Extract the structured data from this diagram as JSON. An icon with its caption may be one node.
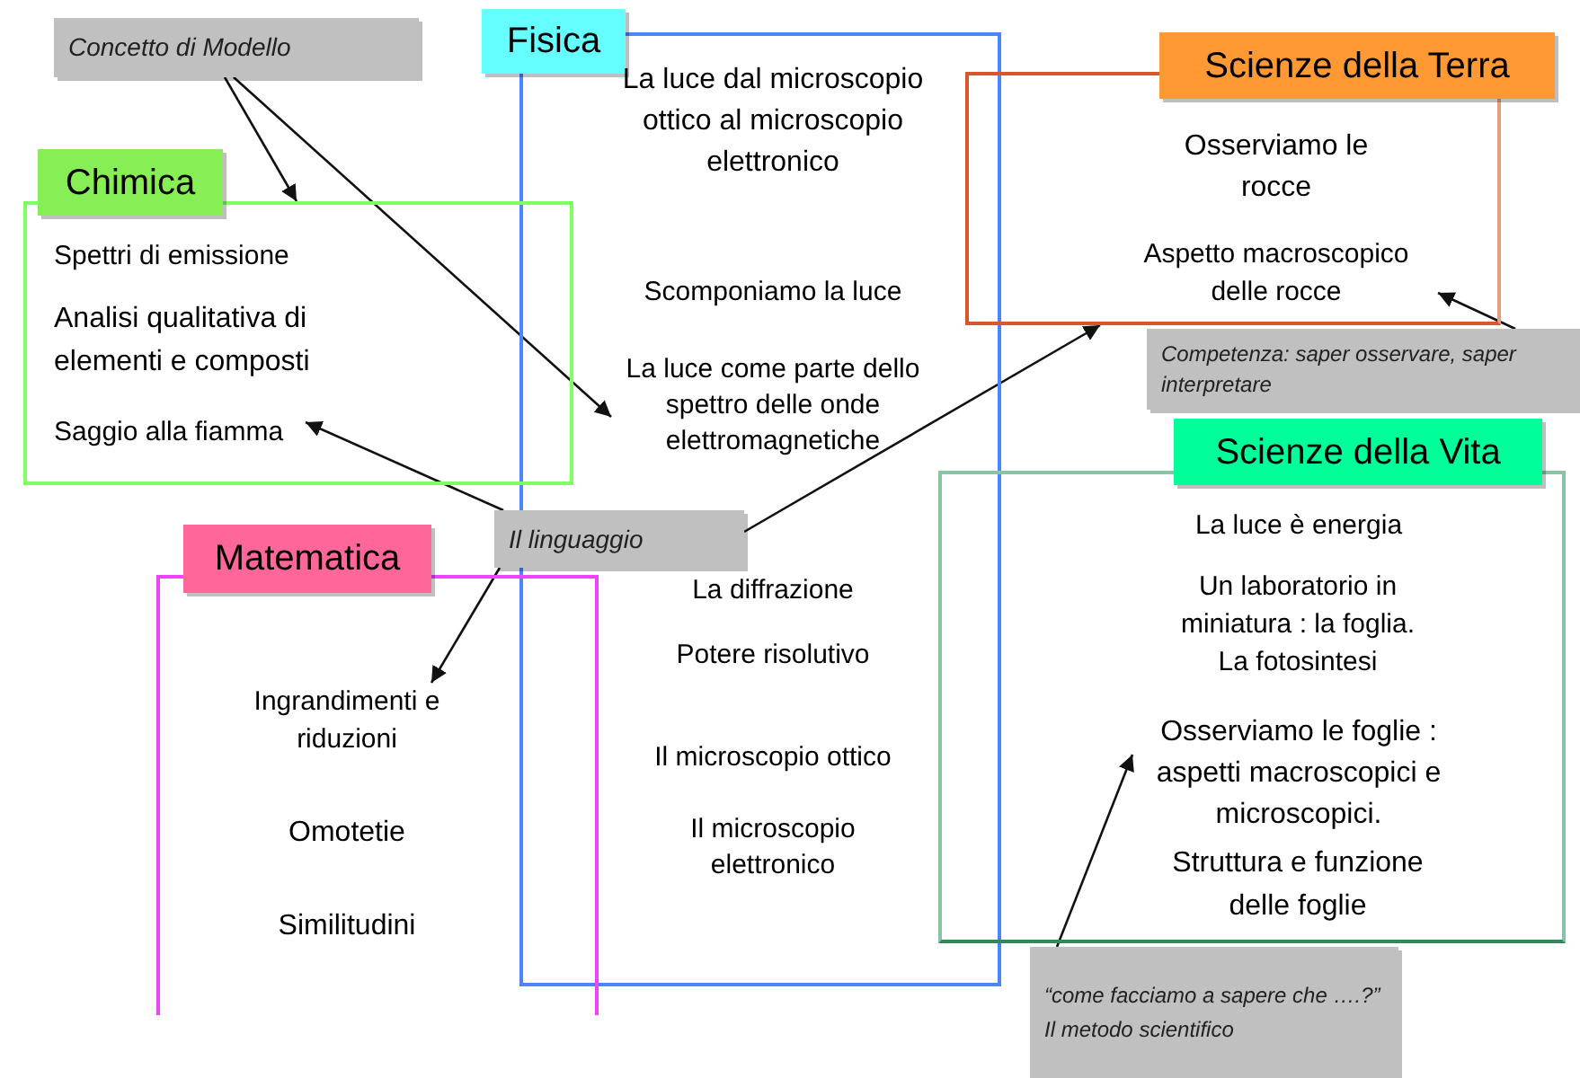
{
  "diagram": {
    "nodes": [
      {
        "text": [
          "Concetto di Modello"
        ]
      },
      {
        "text": [
          "Fisica"
        ]
      },
      {
        "text": [
          "La luce dal microscopio ottico al microscopio elettronico"
        ],
        "in": 1
      },
      {
        "text": [
          "Scomponiamo la luce"
        ],
        "in": 1
      },
      {
        "text": [
          "La luce come parte dello spettro delle onde elettromagnetiche"
        ],
        "in": 1
      },
      {
        "text": [
          "La diffrazione"
        ],
        "in": 1
      },
      {
        "text": [
          "Potere risolutivo"
        ],
        "in": 1
      },
      {
        "text": [
          "Il microscopio ottico"
        ],
        "in": 1
      },
      {
        "text": [
          "Il microscopio elettronico"
        ],
        "in": 1
      },
      {
        "text": [
          "Scienze della Terra"
        ]
      },
      {
        "text": [
          "Osserviamo le rocce"
        ],
        "in": 9
      },
      {
        "text": [
          "Aspetto macroscopico delle rocce"
        ],
        "in": 9
      },
      {
        "text": [
          "Chimica"
        ]
      },
      {
        "text": [
          "Spettri di emissione"
        ],
        "in": 12
      },
      {
        "text": [
          "Analisi qualitativa di elementi e composti"
        ],
        "in": 12
      },
      {
        "text": [
          "Saggio alla fiamma"
        ],
        "in": 12
      },
      {
        "text": [
          "Competenza: saper osservare, saper interpretare"
        ]
      },
      {
        "text": [
          "Scienze della Vita"
        ]
      },
      {
        "text": [
          "La luce è energia"
        ],
        "in": 17
      },
      {
        "text": [
          "Un laboratorio in miniatura : la foglia. La fotosintesi"
        ],
        "in": 17
      },
      {
        "text": [
          "Osserviamo le foglie : aspetti macroscopici e microscopici."
        ],
        "in": 17
      },
      {
        "text": [
          "Struttura e funzione delle foglie"
        ],
        "in": 17
      },
      {
        "text": [
          "Il linguaggio"
        ]
      },
      {
        "text": [
          "Matematica"
        ]
      },
      {
        "text": [
          "Ingrandimenti e riduzioni"
        ],
        "in": 23
      },
      {
        "text": [
          "Omotetie"
        ],
        "in": 23
      },
      {
        "text": [
          "Similitudini"
        ],
        "in": 23
      },
      {
        "text": [
          "“come facciamo a sapere che ….?”",
          "Il metodo scientifico"
        ]
      }
    ],
    "edges": [
      {
        "from": 0,
        "to": 12,
        "arrow": "to"
      },
      {
        "from": 0,
        "to": 4,
        "arrow": "to"
      },
      {
        "from": 22,
        "to": 15,
        "arrow": "to"
      },
      {
        "from": 22,
        "to": 24,
        "arrow": "to"
      },
      {
        "from": 22,
        "to": 9,
        "arrow": "to"
      },
      {
        "from": 16,
        "to": 11,
        "arrow": "to"
      },
      {
        "from": 27,
        "to": 20,
        "arrow": "to"
      }
    ]
  }
}
